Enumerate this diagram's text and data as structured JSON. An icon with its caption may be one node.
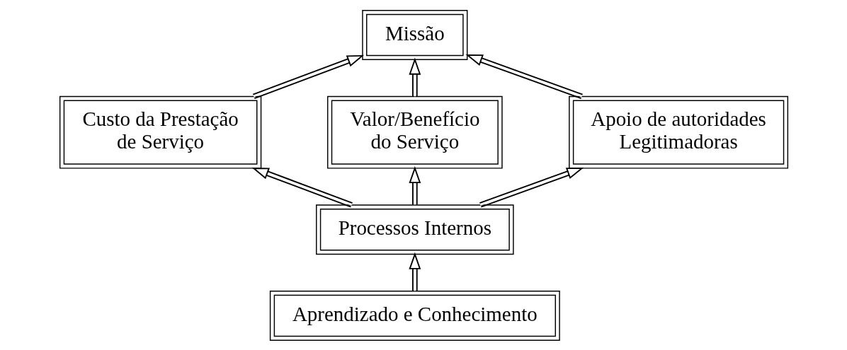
{
  "diagram": {
    "nodes": [
      {
        "text": [
          "Missão"
        ]
      },
      {
        "text": [
          "Custo da Prestação de Serviço"
        ]
      },
      {
        "text": [
          "Valor/Benefício do Serviço"
        ]
      },
      {
        "text": [
          "Apoio de autoridades Legitimadoras"
        ]
      },
      {
        "text": [
          "Processos Internos"
        ]
      },
      {
        "text": [
          "Aprendizado e Conhecimento"
        ]
      }
    ],
    "edges": [
      {
        "from": 5,
        "to": 4,
        "arrow": "to"
      },
      {
        "from": 4,
        "to": 2,
        "arrow": "to"
      },
      {
        "from": 2,
        "to": 0,
        "arrow": "to"
      },
      {
        "from": 4,
        "to": 1,
        "arrow": "to"
      },
      {
        "from": 4,
        "to": 3,
        "arrow": "to"
      },
      {
        "from": 1,
        "to": 0,
        "arrow": "to"
      },
      {
        "from": 3,
        "to": 0,
        "arrow": "to"
      }
    ]
  }
}
